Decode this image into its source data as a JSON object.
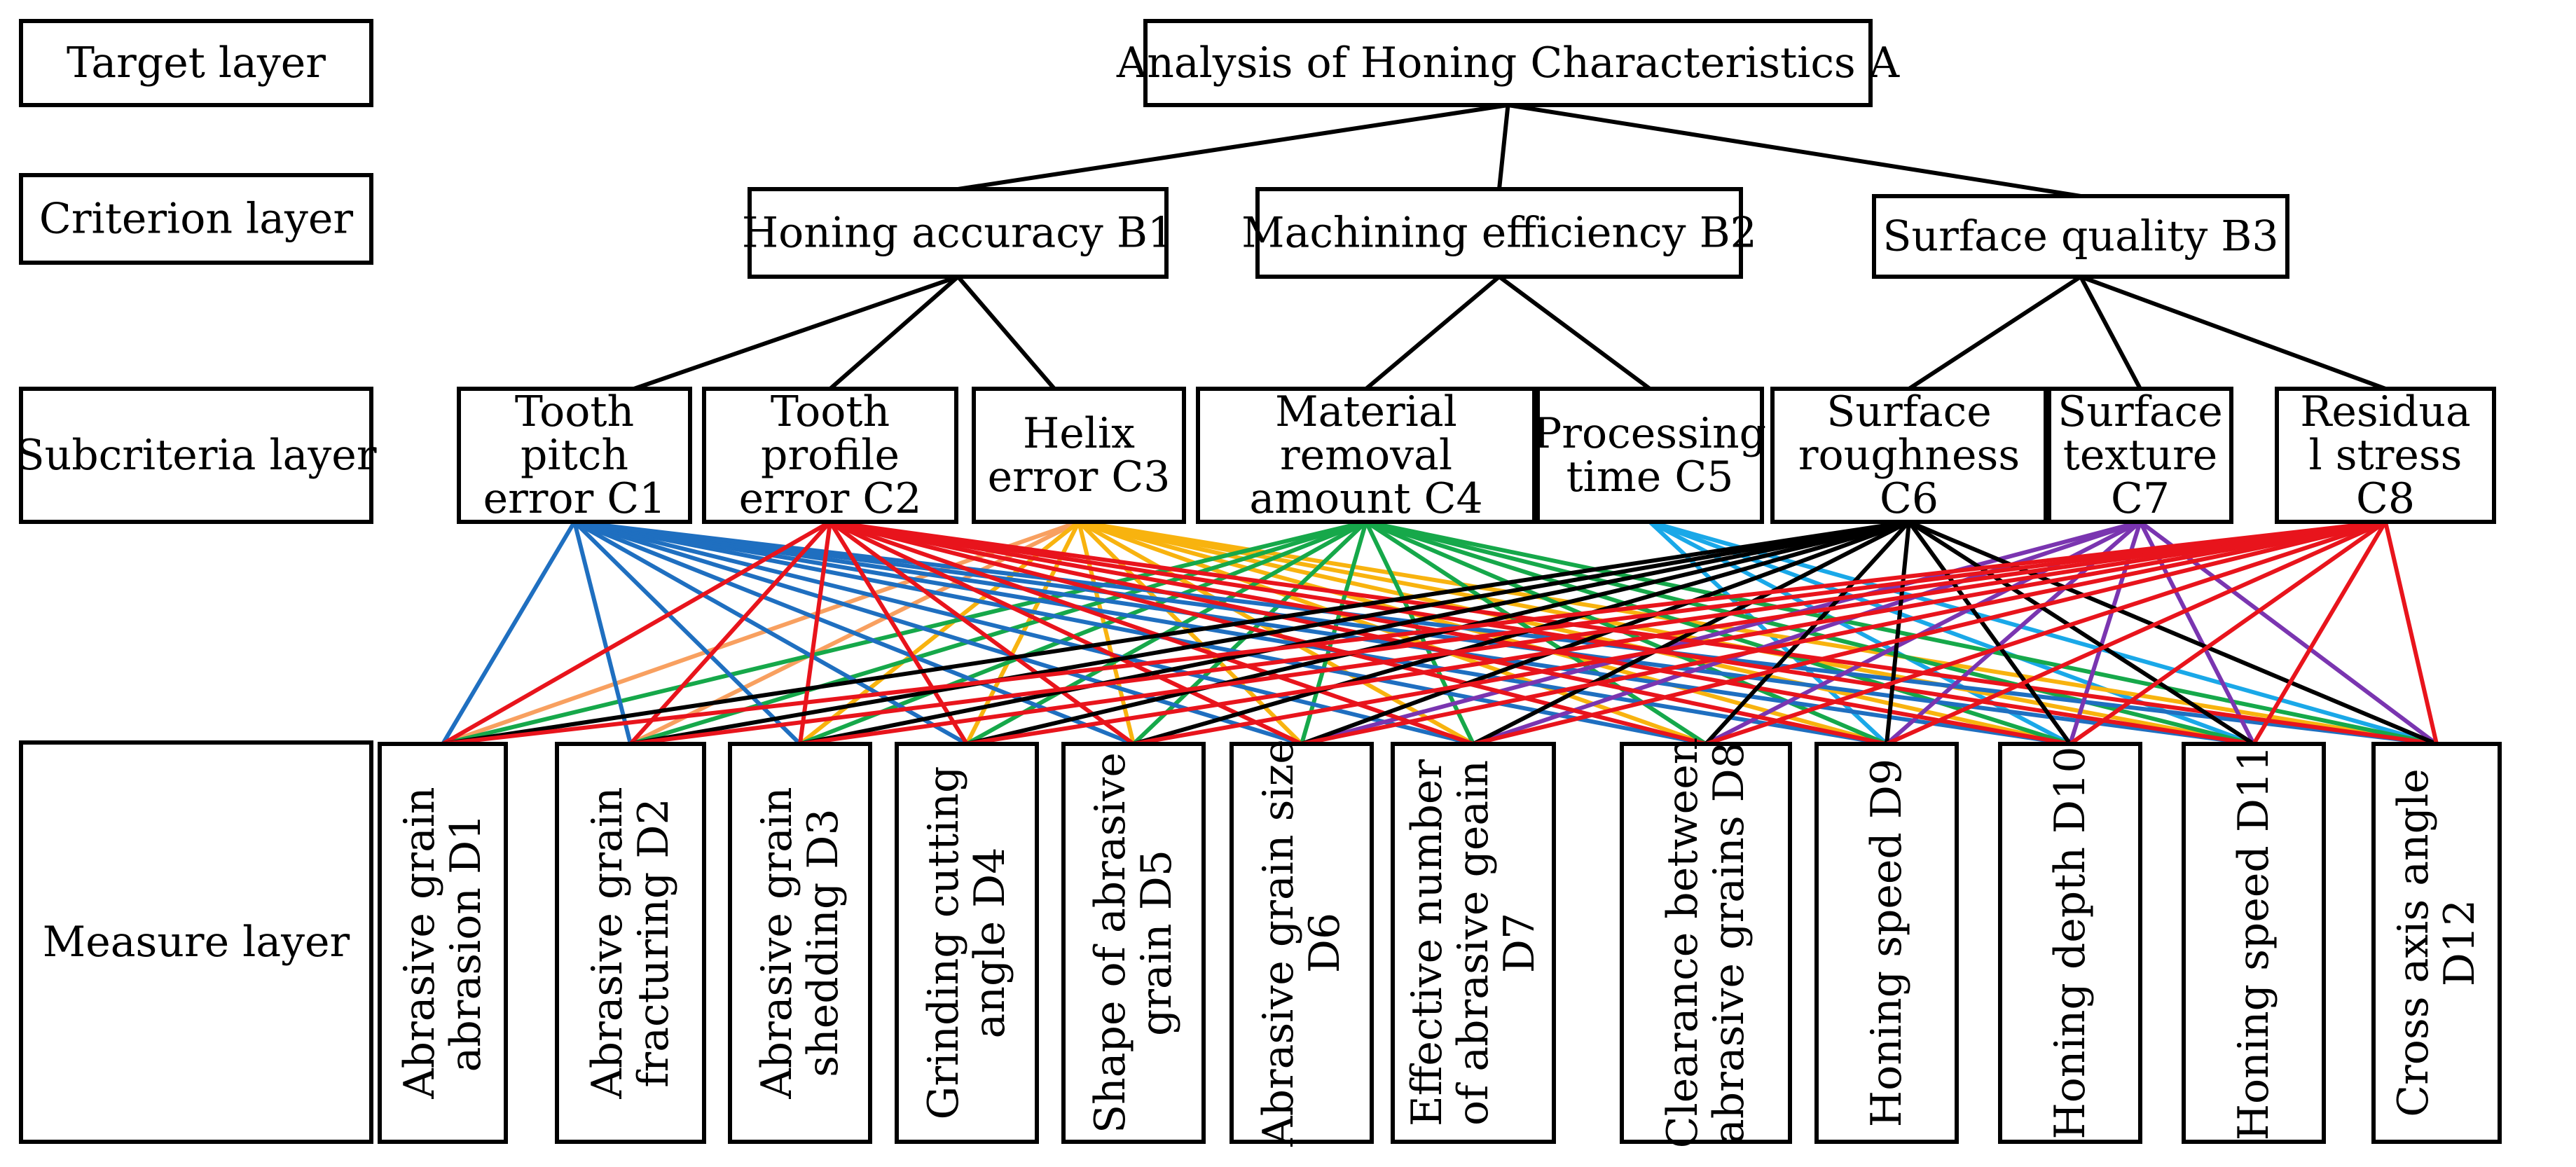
{
  "layers": {
    "target": "Target layer",
    "criterion": "Criterion layer",
    "subcriteria": "Subcriteria layer",
    "measure": "Measure layer"
  },
  "target": {
    "id": "A",
    "lines": [
      "Analysis of Honing Characteristics A"
    ]
  },
  "criteria": [
    {
      "id": "B1",
      "lines": [
        "Honing accuracy B1"
      ]
    },
    {
      "id": "B2",
      "lines": [
        "Machining efficiency B2"
      ]
    },
    {
      "id": "B3",
      "lines": [
        "Surface quality B3"
      ]
    }
  ],
  "subcriteria": [
    {
      "id": "C1",
      "parent": "B1",
      "lines": [
        "Tooth",
        "pitch",
        "error C1"
      ],
      "color": "#1f6fc0"
    },
    {
      "id": "C2",
      "parent": "B1",
      "lines": [
        "Tooth",
        "profile",
        "error C2"
      ],
      "color": "#e8141c"
    },
    {
      "id": "C3",
      "parent": "B1",
      "lines": [
        "Helix",
        "error C3"
      ],
      "color": "#f8b30f"
    },
    {
      "id": "C4",
      "parent": "B2",
      "lines": [
        "Material",
        "removal",
        "amount C4"
      ],
      "color": "#16a84a"
    },
    {
      "id": "C5",
      "parent": "B2",
      "lines": [
        "Processing",
        "time C5"
      ],
      "color": "#1aa8e8"
    },
    {
      "id": "C6",
      "parent": "B3",
      "lines": [
        "Surface",
        "roughness",
        "C6"
      ],
      "color": "#000000"
    },
    {
      "id": "C7",
      "parent": "B3",
      "lines": [
        "Surface",
        "texture",
        "C7"
      ],
      "color": "#7a35b0"
    },
    {
      "id": "C8",
      "parent": "B3",
      "lines": [
        "Residua",
        "l stress",
        "C8"
      ],
      "color": "#e8141c"
    }
  ],
  "measures": [
    {
      "id": "D1",
      "lines": [
        "Abrasive grain",
        "abrasion D1"
      ]
    },
    {
      "id": "D2",
      "lines": [
        "Abrasive grain",
        "fracturing D2"
      ]
    },
    {
      "id": "D3",
      "lines": [
        "Abrasive grain",
        "shedding D3"
      ]
    },
    {
      "id": "D4",
      "lines": [
        "Grinding cutting",
        "angle D4"
      ]
    },
    {
      "id": "D5",
      "lines": [
        "Shape of abrasive",
        "grain D5"
      ]
    },
    {
      "id": "D6",
      "lines": [
        "Abrasive grain size",
        "D6"
      ]
    },
    {
      "id": "D7",
      "lines": [
        "Effective number",
        "of abrasive geain",
        "D7"
      ]
    },
    {
      "id": "D8",
      "lines": [
        "Clearance between",
        "abrasive grains D8"
      ]
    },
    {
      "id": "D9",
      "lines": [
        "Honing speed D9"
      ]
    },
    {
      "id": "D10",
      "lines": [
        "Honing depth D10"
      ]
    },
    {
      "id": "D11",
      "lines": [
        "Honing speed D11"
      ]
    },
    {
      "id": "D12",
      "lines": [
        "Cross axis angle",
        "D12"
      ]
    }
  ],
  "links": {
    "C1": [
      "D1",
      "D2",
      "D3",
      "D4",
      "D5",
      "D6",
      "D7",
      "D8",
      "D9",
      "D10",
      "D11",
      "D12"
    ],
    "C2": [
      "D1",
      "D2",
      "D3",
      "D4",
      "D5",
      "D6",
      "D7",
      "D8",
      "D9",
      "D10",
      "D11",
      "D12"
    ],
    "C3": [
      "D1",
      "D2",
      "D3",
      "D4",
      "D5",
      "D6",
      "D7",
      "D8",
      "D9",
      "D10",
      "D11",
      "D12"
    ],
    "C4": [
      "D1",
      "D2",
      "D3",
      "D4",
      "D5",
      "D6",
      "D7",
      "D8",
      "D9",
      "D10",
      "D11",
      "D12"
    ],
    "C5": [
      "D9",
      "D10",
      "D11",
      "D12"
    ],
    "C6": [
      "D1",
      "D2",
      "D3",
      "D4",
      "D5",
      "D6",
      "D7",
      "D8",
      "D9",
      "D10",
      "D11",
      "D12"
    ],
    "C7": [
      "D6",
      "D7",
      "D8",
      "D9",
      "D10",
      "D11",
      "D12"
    ],
    "C8": [
      "D1",
      "D2",
      "D3",
      "D4",
      "D5",
      "D6",
      "D7",
      "D8",
      "D9",
      "D10",
      "D11",
      "D12"
    ]
  },
  "link_colors": {
    "C3": [
      "#f8a060",
      "#f8b30f"
    ]
  }
}
